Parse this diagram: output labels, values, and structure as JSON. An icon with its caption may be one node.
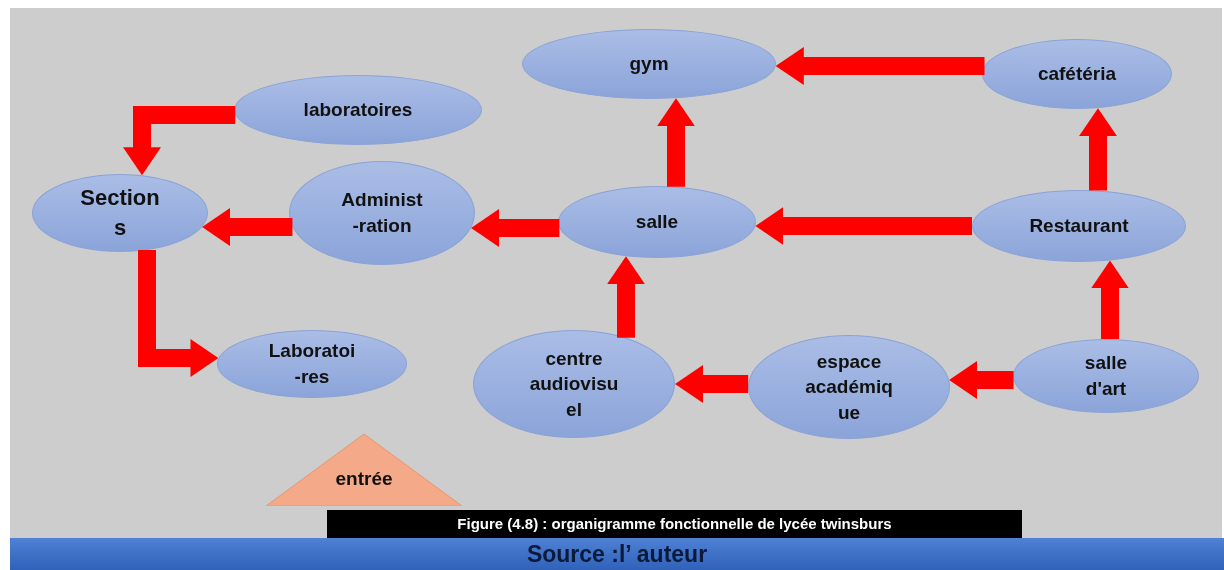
{
  "diagram": {
    "caption": "Figure (4.8) : organigramme fonctionnelle de lycée twinsburs",
    "nodes": [
      {
        "text": [
          "gym"
        ]
      },
      {
        "text": [
          "cafétéria"
        ]
      },
      {
        "text": [
          "laboratoires"
        ]
      },
      {
        "text": [
          "Section s"
        ]
      },
      {
        "text": [
          "Administ -ration"
        ]
      },
      {
        "text": [
          "salle"
        ]
      },
      {
        "text": [
          "Restaurant"
        ]
      },
      {
        "text": [
          "Laboratoi -res"
        ]
      },
      {
        "text": [
          "centre audiovisu el"
        ]
      },
      {
        "text": [
          "espace académiq ue"
        ]
      },
      {
        "text": [
          "salle d'art"
        ]
      },
      {
        "text": [
          "entrée"
        ]
      }
    ],
    "edges": [
      {
        "from": 1,
        "to": 0,
        "arrow": "to"
      },
      {
        "from": 6,
        "to": 1,
        "arrow": "to"
      },
      {
        "from": 6,
        "to": 5,
        "arrow": "to"
      },
      {
        "from": 5,
        "to": 0,
        "arrow": "to"
      },
      {
        "from": 5,
        "to": 4,
        "arrow": "to"
      },
      {
        "from": 4,
        "to": 3,
        "arrow": "to"
      },
      {
        "from": 2,
        "to": 3,
        "arrow": "to"
      },
      {
        "from": 3,
        "to": 7,
        "arrow": "to"
      },
      {
        "from": 8,
        "to": 5,
        "arrow": "to"
      },
      {
        "from": 9,
        "to": 8,
        "arrow": "to"
      },
      {
        "from": 10,
        "to": 9,
        "arrow": "to"
      },
      {
        "from": 10,
        "to": 6,
        "arrow": "to"
      }
    ],
    "labels": [
      "Source :l’ auteur"
    ]
  }
}
